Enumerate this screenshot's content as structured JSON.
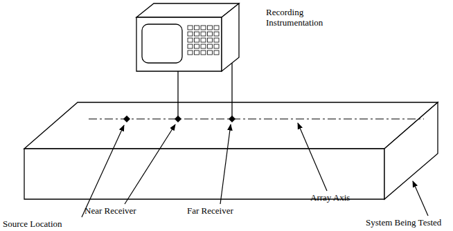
{
  "diagram": {
    "labels": [
      "Recording Instrumentation",
      "Source Location",
      "Near Receiver",
      "Far Receiver",
      "Array Axis",
      "System Being Tested"
    ]
  }
}
